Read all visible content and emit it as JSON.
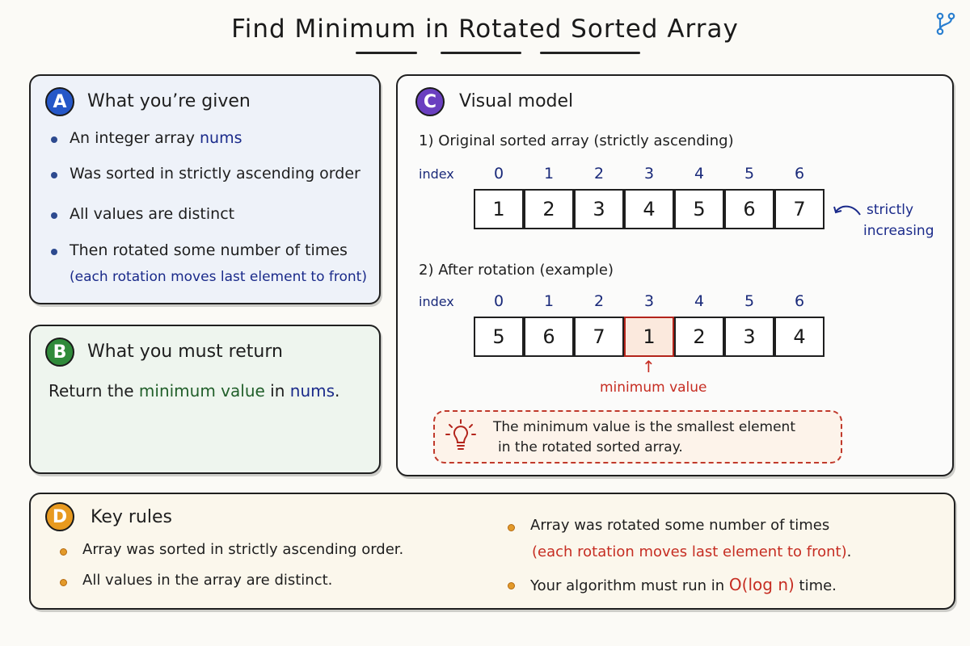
{
  "title": "Find Minimum in Rotated Sorted Array",
  "colors": {
    "blue": "#2557c8",
    "green": "#2f8a3a",
    "purple": "#6a3fc0",
    "orange": "#e89a1f",
    "red": "#c62d22",
    "navy": "#1a2a8a"
  },
  "panel_a": {
    "badge": "A",
    "heading": "What you’re given",
    "bullets": [
      {
        "pre": "An integer array ",
        "hl": "nums"
      },
      {
        "text": "Was sorted in strictly ascending order"
      },
      {
        "text": "All values are distinct"
      },
      {
        "text": "Then rotated some number of times",
        "sub": "(each rotation moves last element to front)"
      }
    ]
  },
  "panel_b": {
    "badge": "B",
    "heading": "What you must return",
    "text_pre": "Return the ",
    "text_hl": "minimum value",
    "text_mid": " in ",
    "text_hl2": "nums",
    "text_post": "."
  },
  "panel_c": {
    "badge": "C",
    "heading": "Visual model",
    "original_label": "1)  Original sorted array (strictly ascending)",
    "index_label": "index",
    "indices": [
      "0",
      "1",
      "2",
      "3",
      "4",
      "5",
      "6"
    ],
    "original_values": [
      "1",
      "2",
      "3",
      "4",
      "5",
      "6",
      "7"
    ],
    "annotation_line1": "strictly",
    "annotation_line2": "increasing",
    "rotated_label": "2)  After rotation (example)",
    "rotated_values": [
      "5",
      "6",
      "7",
      "1",
      "2",
      "3",
      "4"
    ],
    "min_index": 3,
    "min_arrow": "↑",
    "min_label": "minimum value",
    "note_line1": "The minimum value is the smallest element",
    "note_line2": "in the rotated sorted array.",
    "note_icon": "lightbulb-icon"
  },
  "panel_d": {
    "badge": "D",
    "heading": "Key rules",
    "left": [
      "Array was sorted in strictly ascending order.",
      "All values in the array are distinct."
    ],
    "right_1": "Array was rotated some number of times",
    "right_1_sub": "(each rotation moves last element to front)",
    "right_1_sub_end": ".",
    "right_2_pre": "Your algorithm must run in ",
    "right_2_hl": "O(log n)",
    "right_2_post": " time."
  }
}
